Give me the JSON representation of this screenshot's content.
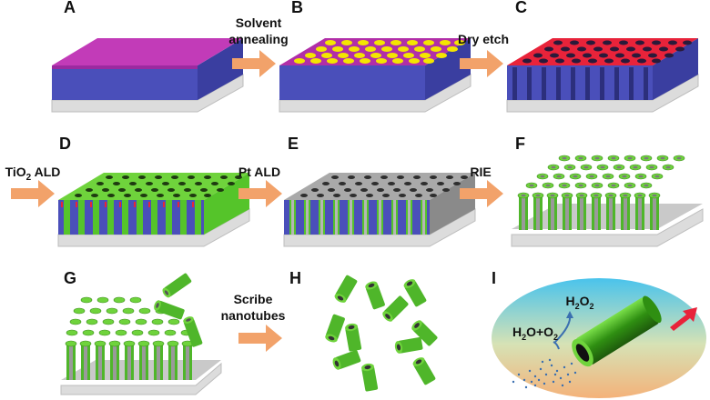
{
  "panels": {
    "a": "A",
    "b": "B",
    "c": "C",
    "d": "D",
    "e": "E",
    "f": "F",
    "g": "G",
    "h": "H",
    "i": "I"
  },
  "steps": {
    "solvent_1": "Solvent",
    "solvent_2": "annealing",
    "dry_etch": "Dry etch",
    "tio2_a": "TiO",
    "tio2_sub": "2",
    "tio2_b": " ALD",
    "pt_ald": "Pt ALD",
    "rie": "RIE",
    "scribe_1": "Scribe",
    "scribe_2": "nanotubes"
  },
  "reaction": {
    "h2o2_a": "H",
    "h2o2_s1": "2",
    "h2o2_b": "O",
    "h2o2_s2": "2",
    "prod_a": "H",
    "prod_s1": "2",
    "prod_b": "O+O",
    "prod_s2": "2"
  },
  "colors": {
    "polymer": "#c13ab8",
    "substrate_side": "#4b4fb8",
    "base": "#d9d9d9",
    "dots": "#f2e600",
    "mask_red": "#e8233a",
    "tio2_green": "#55c42a",
    "pt_gray": "#a9a9a9",
    "arrow": "#f2a26a"
  }
}
